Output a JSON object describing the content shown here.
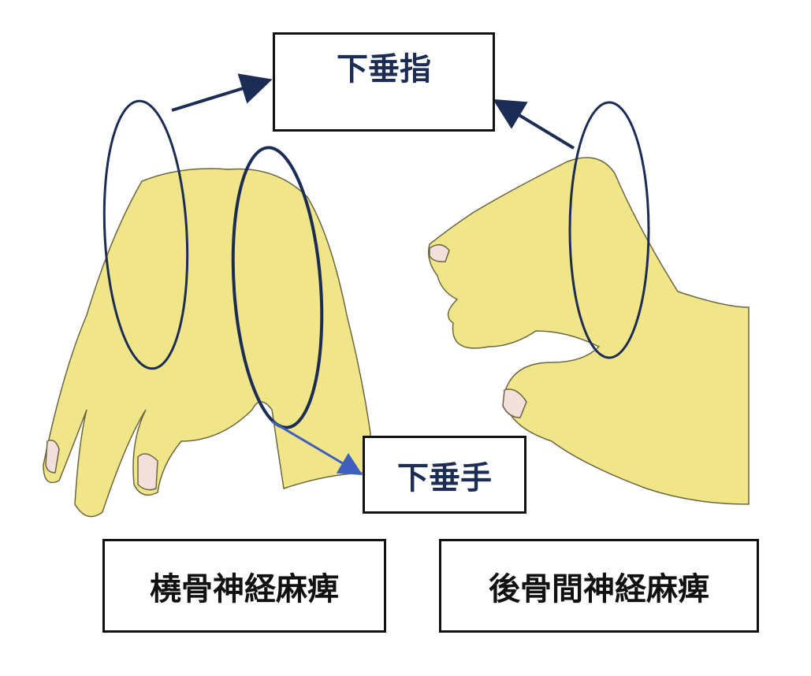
{
  "labels": {
    "finger_drop": "下垂指",
    "wrist_drop": "下垂手",
    "radial_nerve_palsy": "橈骨神経麻痺",
    "posterior_interosseous_palsy": "後骨間神経麻痺"
  },
  "colors": {
    "hand_fill": "#f1e58a",
    "outline": "#1b2d55",
    "arrow_light": "#3f5fbf"
  }
}
